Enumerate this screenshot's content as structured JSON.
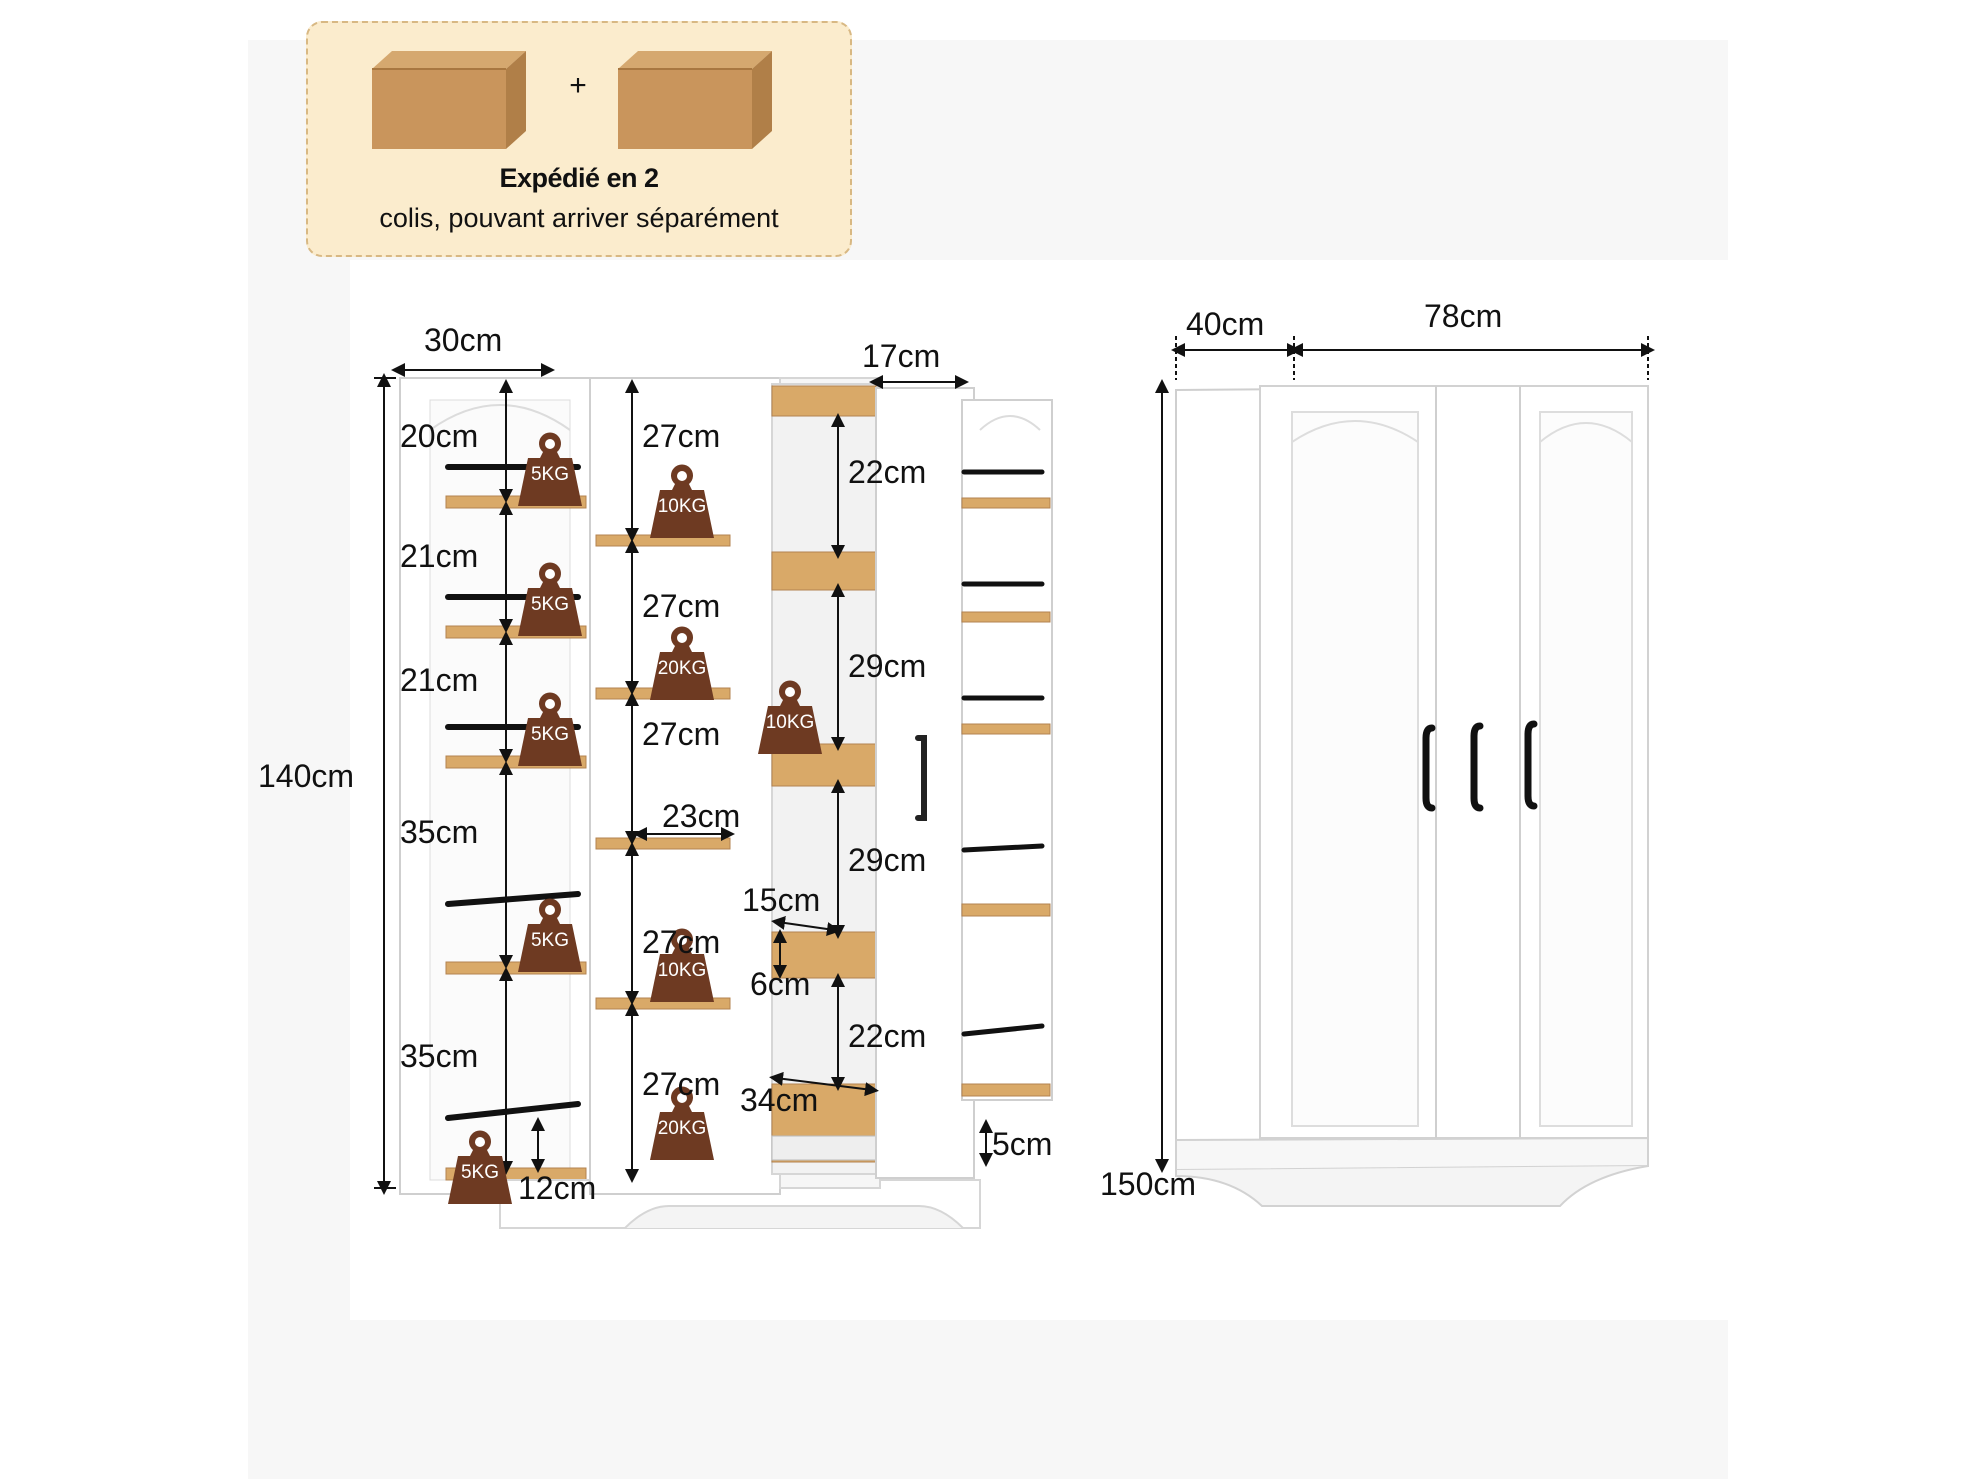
{
  "shipping": {
    "plus": "+",
    "title": "Expédié en 2",
    "text": "colis, pouvant arriver séparément",
    "box_icon": "cardboard-box-icon",
    "box_color": "#c9955c"
  },
  "colors": {
    "wood": "#d9a968",
    "cabinet": "#ffffff",
    "weight": "#6e3a22",
    "callout_bg": "#fbeccd"
  },
  "weights": {
    "left_1": "5KG",
    "left_2": "5KG",
    "left_3": "5KG",
    "left_4": "5KG",
    "left_5": "5KG",
    "center_1": "10KG",
    "center_2": "20KG",
    "center_3": "10KG",
    "center_4": "20KG",
    "drawer": "10KG"
  },
  "dims": {
    "top_width_left": "30cm",
    "top_width_right": "17cm",
    "height_open": "140cm",
    "left_1": "20cm",
    "left_2": "21cm",
    "left_3": "21cm",
    "left_4": "35cm",
    "left_5": "35cm",
    "left_bottom": "12cm",
    "center_1": "27cm",
    "center_2": "27cm",
    "center_3": "27cm",
    "center_width": "23cm",
    "center_4": "27cm",
    "center_5": "27cm",
    "drawer_1": "22cm",
    "drawer_2": "29cm",
    "drawer_3": "29cm",
    "drawer_width": "15cm",
    "drawer_lip": "6cm",
    "drawer_4": "22cm",
    "drawer_depth": "34cm",
    "base": "5cm",
    "closed_depth": "40cm",
    "closed_width": "78cm",
    "closed_height": "150cm"
  }
}
